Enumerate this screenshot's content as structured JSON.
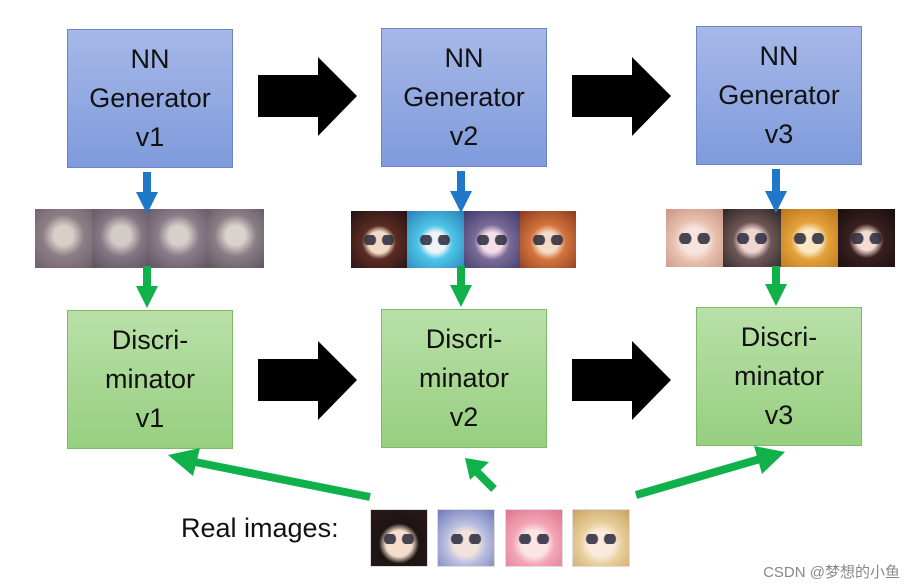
{
  "generators": [
    {
      "label": "NN\nGenerator\nv1"
    },
    {
      "label": "NN\nGenerator\nv2"
    },
    {
      "label": "NN\nGenerator\nv3"
    }
  ],
  "discriminators": [
    {
      "label": "Discri-\nminator\nv1"
    },
    {
      "label": "Discri-\nminator\nv2"
    },
    {
      "label": "Discri-\nminator\nv3"
    }
  ],
  "real_images_label": "Real images:",
  "watermark": "CSDN @梦想的小鱼",
  "colors": {
    "generator_fill": "#8fa8e2",
    "discriminator_fill": "#a9d893",
    "generate_arrow": "#1f77c8",
    "feed_arrow": "#10b14a",
    "real_arrow": "#10b14a",
    "progress_arrow": "#000000"
  }
}
